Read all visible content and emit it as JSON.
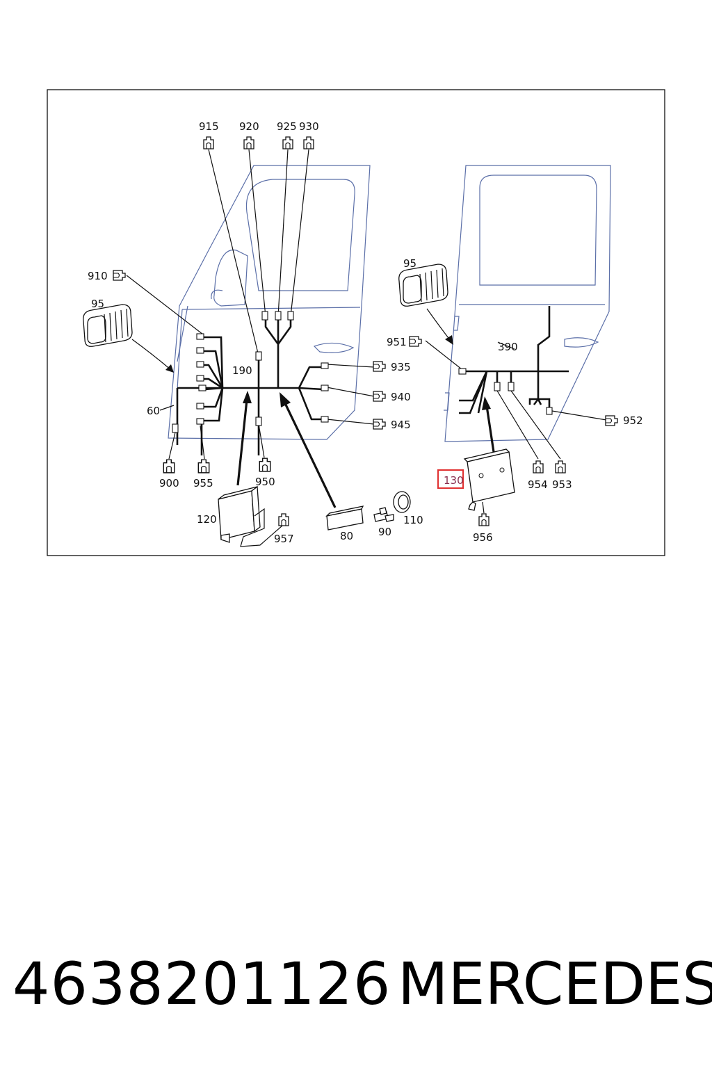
{
  "diagram": {
    "callouts": {
      "c915": "915",
      "c920": "920",
      "c925": "925",
      "c930": "930",
      "c910": "910",
      "c95_left": "95",
      "c190": "190",
      "c60": "60",
      "c935": "935",
      "c940": "940",
      "c945": "945",
      "c900": "900",
      "c955": "955",
      "c950": "950",
      "c120": "120",
      "c957": "957",
      "c80": "80",
      "c90": "90",
      "c110": "110",
      "c95_right": "95",
      "c951": "951",
      "c390": "390",
      "c952": "952",
      "c954": "954",
      "c953": "953",
      "c130": "130",
      "c956": "956"
    },
    "highlighted_callout": "130",
    "highlight_color": "#e03030"
  },
  "footer": {
    "part_number": "4638201126",
    "brand": "MERCEDES"
  }
}
